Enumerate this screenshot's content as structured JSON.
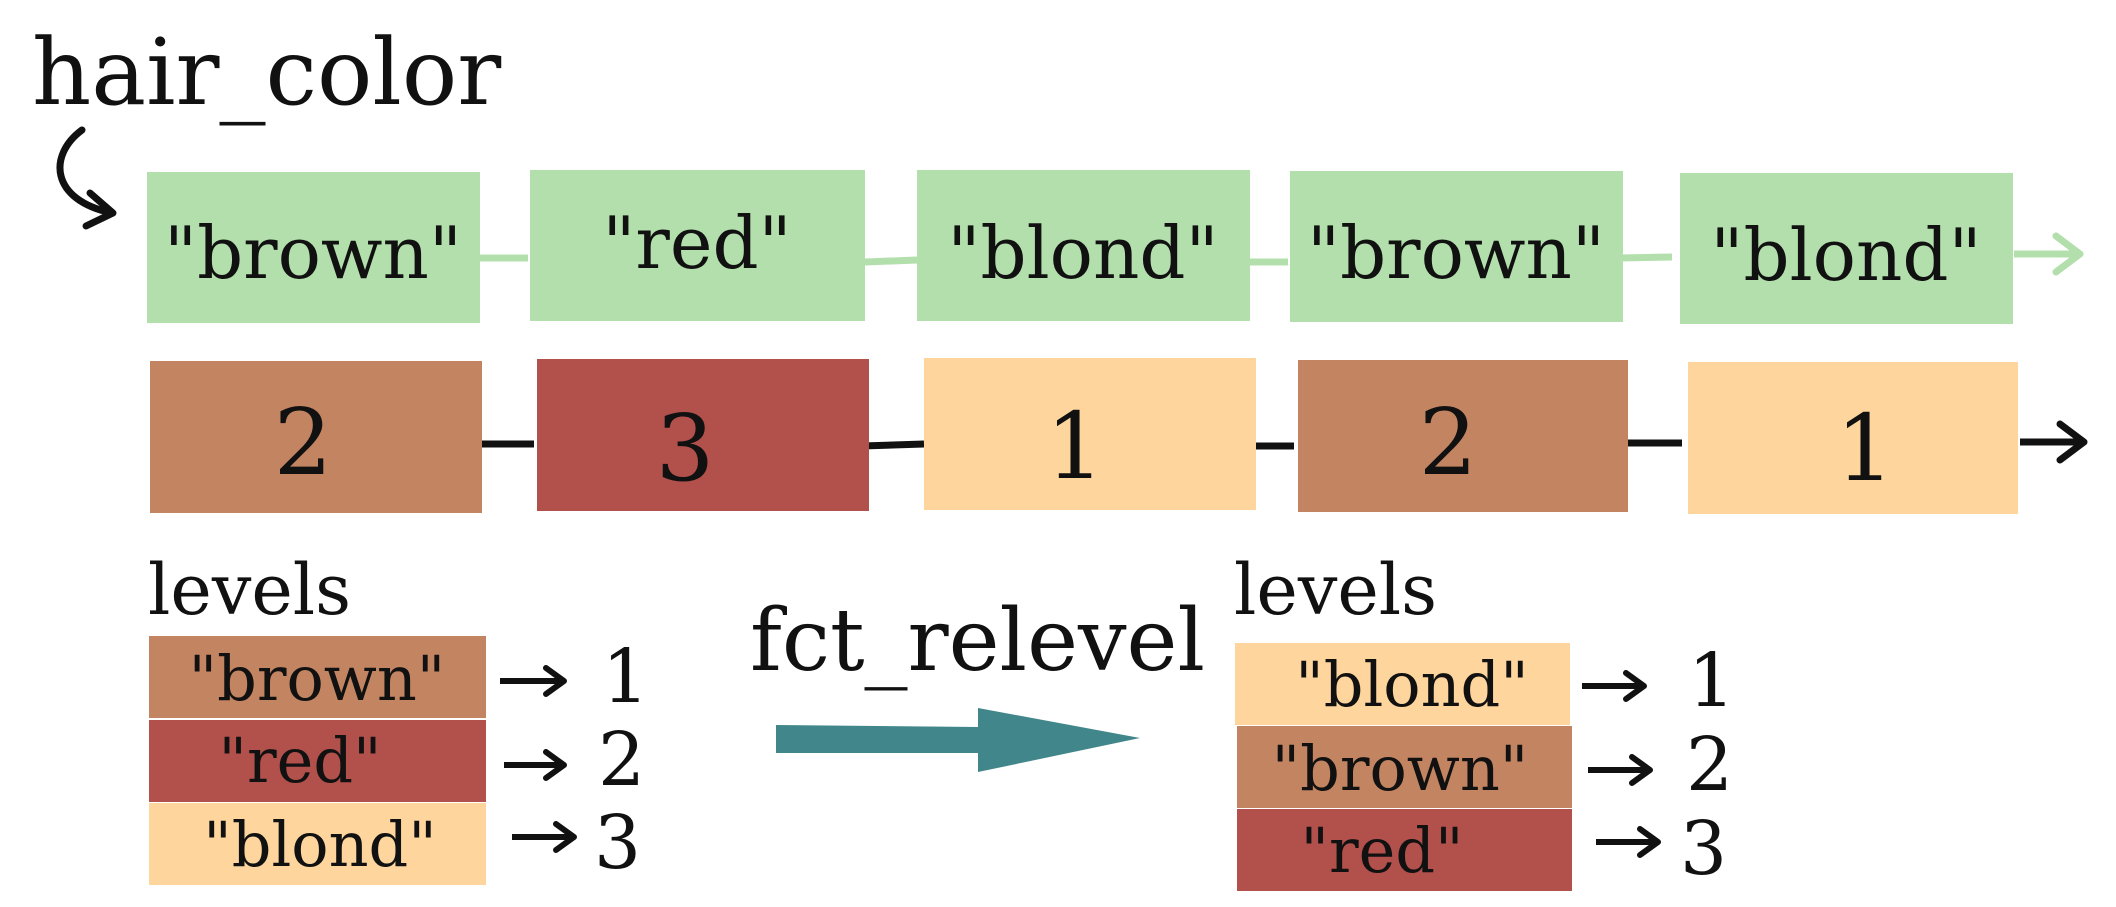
{
  "title": "hair_color",
  "vector": {
    "values": [
      "\"brown\"",
      "\"red\"",
      "\"blond\"",
      "\"brown\"",
      "\"blond\""
    ],
    "codes_before": [
      "2",
      "3",
      "1",
      "2",
      "1"
    ]
  },
  "levels_before": {
    "heading": "levels",
    "items": [
      {
        "label": "\"brown\"",
        "code": "1",
        "color": "#c38462"
      },
      {
        "label": "\"red\"",
        "code": "2",
        "color": "#b2504b"
      },
      {
        "label": "\"blond\"",
        "code": "3",
        "color": "#fed59c"
      }
    ]
  },
  "transform": {
    "function_name": "fct_relevel",
    "color": "#40868a"
  },
  "levels_after": {
    "heading": "levels",
    "items": [
      {
        "label": "\"blond\"",
        "code": "1",
        "color": "#fed59c"
      },
      {
        "label": "\"brown\"",
        "code": "2",
        "color": "#c38462"
      },
      {
        "label": "\"red\"",
        "code": "3",
        "color": "#b2504b"
      }
    ]
  },
  "colors": {
    "value_box": "#b2dfab",
    "brown": "#c38462",
    "red": "#b2504b",
    "blond": "#fed59c"
  }
}
